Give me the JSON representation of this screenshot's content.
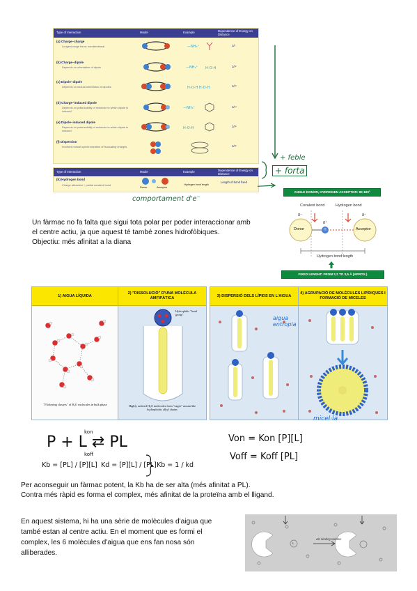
{
  "interactions_table": {
    "headers": [
      "Type of Interaction",
      "Model",
      "Example",
      "Dependence of Energy on Distance"
    ],
    "rows": [
      {
        "title": "(a) Charge–charge",
        "desc": "Longest-range force; nondirectional",
        "dep": "1/r"
      },
      {
        "title": "(b) Charge–dipole",
        "desc": "Depends on orientation of dipole",
        "dep": "1/r²"
      },
      {
        "title": "(c) Dipole–dipole",
        "desc": "Depends on mutual orientation of dipoles",
        "dep": "1/r³"
      },
      {
        "title": "(d) Charge–induced dipole",
        "desc": "Depends on polarizability of molecule in which dipole is induced",
        "dep": "1/r⁴"
      },
      {
        "title": "(e) Dipole–induced dipole",
        "desc": "Depends on polarizability of molecule in which dipole is induced",
        "dep": "1/r⁵"
      },
      {
        "title": "(f) Dispersion",
        "desc": "Involves mutual synchronization of fluctuating charges",
        "dep": "1/r⁶"
      }
    ]
  },
  "hbond_table": {
    "headers": [
      "Type of Interaction",
      "Model",
      "Example",
      "Dependence of Energy on Distance"
    ],
    "title": "(h) Hydrogen bond",
    "desc": "Charge attraction + partial covalent bond",
    "donor": "Donor",
    "acceptor": "Acceptor",
    "example": "Hydrogen bond length",
    "dep": "Length of bond fixed"
  },
  "handwriting": {
    "feble": "+ feble",
    "forta": "+ forta",
    "comportament": "comportament d'e⁻",
    "aigua_entropia": "aigua entropia",
    "micela": "micel·la"
  },
  "hbond_diagram": {
    "angle_box": "ANGLE DONOR, HYDROGEN ACCEPTOR: 90-180º",
    "covalent": "Covalent bond",
    "hydrogen": "Hydrogen bond",
    "donor": "Donor",
    "acceptor": "Acceptor",
    "dminus1": "δ⁻",
    "dplus": "δ⁺",
    "dminus2": "δ⁻",
    "h": "H",
    "length": "Hydrogen bond length",
    "fixed_box": "FIXED LENGHT: FROM 2,2 TO 3,5 Å (APROX.)"
  },
  "paragraph1": [
    "Un fàrmac no fa falta que sigui tota polar per poder interaccionar amb",
    "el centre actiu, ja que aquest té també zones hidrofòbiques.",
    "Objectiu: més afinitat a la diana"
  ],
  "panels": [
    {
      "title": "1) AIGUA LÍQUIDA",
      "caption": "\"Flickering clusters\" of H₂O molecules in bulk phase"
    },
    {
      "title": "2) \"DISSOLUCIÓ\" D'UNA MOLÈCULA AMFIPÀTICA",
      "label": "Hydrophilic \"head group\"",
      "caption": "Highly ordered H₂O molecules form \"cages\" around the hydrophobic alkyl chains"
    },
    {
      "title": "3) DISPERSIÓ DELS LÍPIDS EN L'AIGUA"
    },
    {
      "title": "4) AGRUPACIÓ DE MOLÈCULES LIPÍDIQUES I FORMACIÓ DE MICELES"
    }
  ],
  "equations": {
    "reaction": "P + L ⇄ PL",
    "kon": "kon",
    "koff": "koff",
    "kb": "Kb = [PL] / [P][L]",
    "kd": "Kd = [P][L] / [PL]",
    "kb_rel": "Kb = 1 / kd",
    "von": "Von = Kon [P][L]",
    "voff": "Voff = Koff [PL]"
  },
  "paragraph2": [
    "Per aconseguir un fàrmac potent, la Kb ha de ser alta (més afinitat a PL).",
    "Contra més ràpid es forma el complex, més afinitat de la proteïna amb el lligand."
  ],
  "paragraph3": [
    "En aquest sistema, hi ha una sèrie de molècules d'aigua que",
    "també estan al centre actiu. En el moment que es formi el",
    "complex, les 6 molècules d'aigua que ens fan nosa són",
    "alliberades."
  ],
  "binding_diagram": {
    "label": "ΔG binding solution",
    "ligand": "L"
  }
}
